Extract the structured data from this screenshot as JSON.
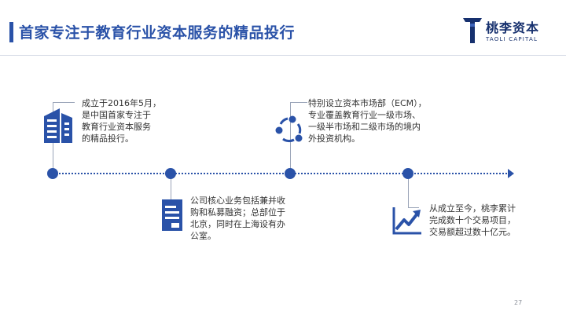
{
  "slide": {
    "title": "首家专注于教育行业资本服务的精品投行",
    "page_number": "27"
  },
  "logo": {
    "name_cn": "桃李资本",
    "name_en": "TAOLI CAPITAL"
  },
  "milestones": [
    {
      "icon": "building-icon",
      "lines": [
        "成立于2016年5月，",
        "是中国首家专注于",
        "教育行业资本服务",
        "的精品投行。"
      ]
    },
    {
      "icon": "document-icon",
      "lines": [
        "公司核心业务包括兼并收",
        "购和私募融资；总部位于",
        "北京，同时在上海设有办",
        "公室。"
      ]
    },
    {
      "icon": "network-icon",
      "lines": [
        "特别设立资本市场部（ECM），",
        "专业覆盖教育行业一级市场、",
        "一级半市场和二级市场的境内",
        "外投资机构。"
      ]
    },
    {
      "icon": "growth-chart-icon",
      "lines": [
        "从成立至今，桃李累计",
        "完成数十个交易项目，",
        "交易额超过数十亿元。"
      ]
    }
  ],
  "colors": {
    "accent": "#2a52a8",
    "logo": "#16306e"
  }
}
